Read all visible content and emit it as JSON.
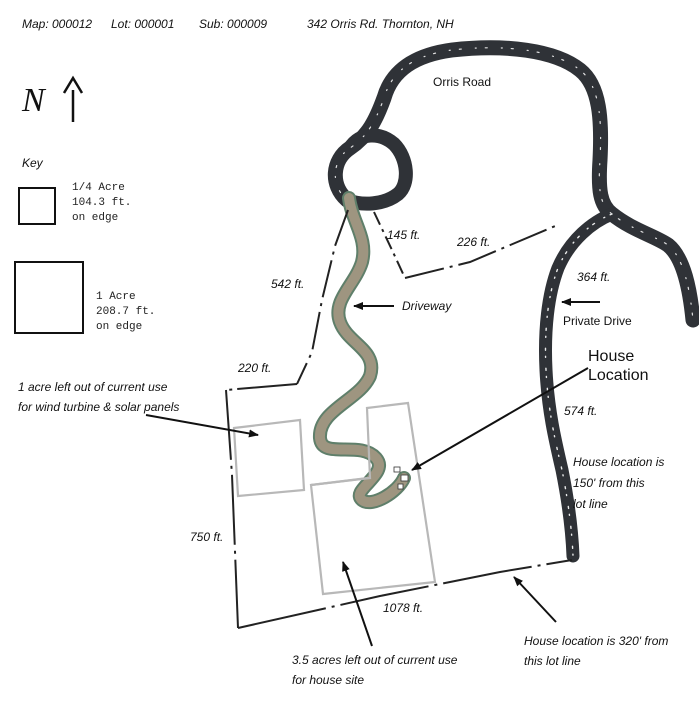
{
  "header": {
    "map": "Map: 000012",
    "lot": "Lot: 000001",
    "sub": "Sub: 000009",
    "address": "342 Orris Rd. Thornton, NH"
  },
  "compass": {
    "letter": "N",
    "icon": "north-arrow-icon"
  },
  "key": {
    "title": "Key",
    "items": [
      {
        "text": "1/4 Acre\n104.3 ft.\non edge"
      },
      {
        "text": "1 Acre\n208.7 ft.\non edge"
      }
    ]
  },
  "roads": {
    "orris": "Orris Road",
    "private": "Private Drive",
    "driveway": "Driveway"
  },
  "measurements": {
    "m145": "145 ft.",
    "m226": "226 ft.",
    "m364": "364 ft.",
    "m542": "542 ft.",
    "m220": "220 ft.",
    "m574": "574 ft.",
    "m750": "750 ft.",
    "m1078": "1078 ft."
  },
  "annotations": {
    "house_location": "House\nLocation",
    "wind_solar": "1 acre left out of current use\nfor wind turbine & solar panels",
    "house_150": "House location is\n150' from this\nlot line",
    "house_320": "House location is 320' from\nthis lot line",
    "house_site": "3.5 acres left out of current use\nfor house site"
  },
  "colors": {
    "road": "#2f3237",
    "driveway": "#9e9580",
    "driveway_edge": "#5f7f6a",
    "lot_line": "#222222",
    "acre_box": "#b8b8b8"
  }
}
